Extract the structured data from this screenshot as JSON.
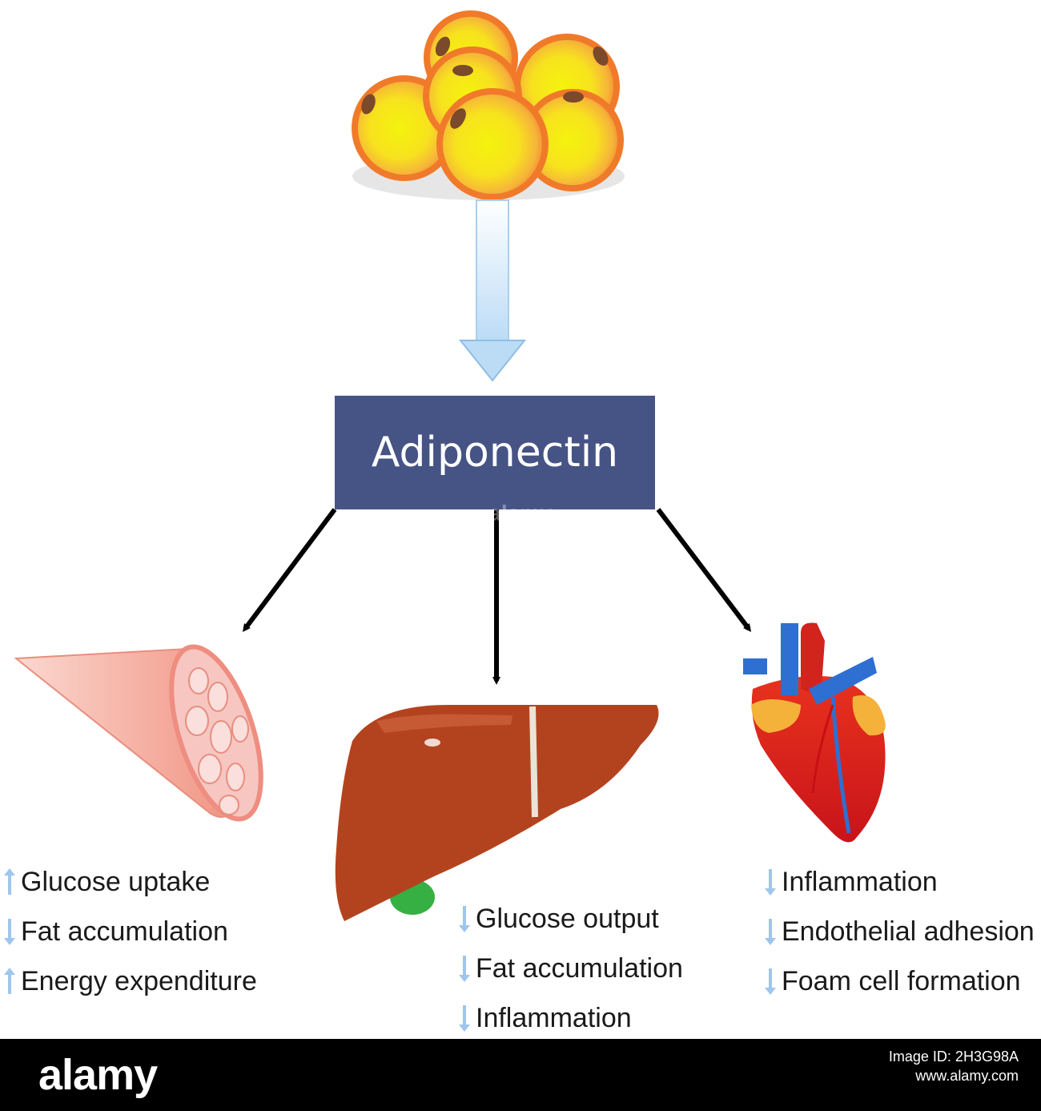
{
  "diagram": {
    "center_label": "Adiponectin",
    "targets": [
      {
        "id": "muscle",
        "organ_icon": "muscle-icon",
        "effects": [
          {
            "direction": "up",
            "text": "Glucose uptake"
          },
          {
            "direction": "down",
            "text": "Fat accumulation"
          },
          {
            "direction": "up",
            "text": "Energy expenditure"
          }
        ]
      },
      {
        "id": "liver",
        "organ_icon": "liver-icon",
        "effects": [
          {
            "direction": "down",
            "text": "Glucose output"
          },
          {
            "direction": "down",
            "text": "Fat accumulation"
          },
          {
            "direction": "down",
            "text": "Inflammation"
          }
        ]
      },
      {
        "id": "heart",
        "organ_icon": "heart-icon",
        "effects": [
          {
            "direction": "down",
            "text": "Inflammation"
          },
          {
            "direction": "down",
            "text": "Endothelial adhesion"
          },
          {
            "direction": "down",
            "text": "Foam cell formation"
          }
        ]
      }
    ],
    "colors": {
      "center_box": "#465385",
      "effect_arrow": "#9fc6ec",
      "source_arrow": "#bcdcf6"
    }
  },
  "footer": {
    "brand": "alamy",
    "image_id_label": "Image ID: 2H3G98A",
    "site": "www.alamy.com"
  }
}
